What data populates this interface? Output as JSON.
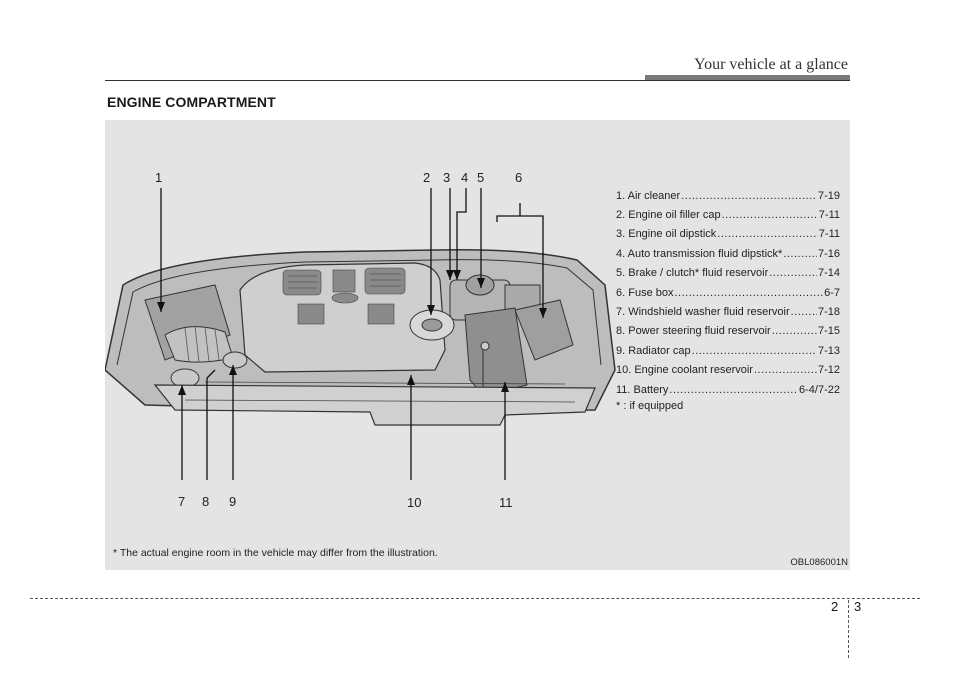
{
  "header": {
    "title": "Your vehicle at a glance"
  },
  "section": {
    "title": "ENGINE COMPARTMENT"
  },
  "callouts": [
    "1",
    "2",
    "3",
    "4",
    "5",
    "6",
    "7",
    "8",
    "9",
    "10",
    "11"
  ],
  "legend": {
    "items": [
      {
        "label": "1. Air cleaner",
        "page": "7-19"
      },
      {
        "label": "2. Engine oil filler cap",
        "page": "7-11"
      },
      {
        "label": "3. Engine oil dipstick",
        "page": "7-11"
      },
      {
        "label": "4. Auto transmission fluid dipstick*",
        "page": "7-16"
      },
      {
        "label": "5. Brake / clutch* fluid reservoir",
        "page": "7-14"
      },
      {
        "label": "6. Fuse box",
        "page": "6-7"
      },
      {
        "label": "7. Windshield washer fluid reservoir",
        "page": "7-18"
      },
      {
        "label": "8. Power steering fluid reservoir",
        "page": "7-15"
      },
      {
        "label": "9. Radiator cap",
        "page": "7-13"
      },
      {
        "label": "10. Engine coolant reservoir",
        "page": "7-12"
      },
      {
        "label": "11. Battery",
        "page": "6-4/7-22"
      }
    ],
    "note": "* : if equipped"
  },
  "footnote": "* The actual engine room in the vehicle may differ from the illustration.",
  "figure_code": "OBL086001N",
  "page_numbers": {
    "left": "2",
    "right": "3"
  }
}
